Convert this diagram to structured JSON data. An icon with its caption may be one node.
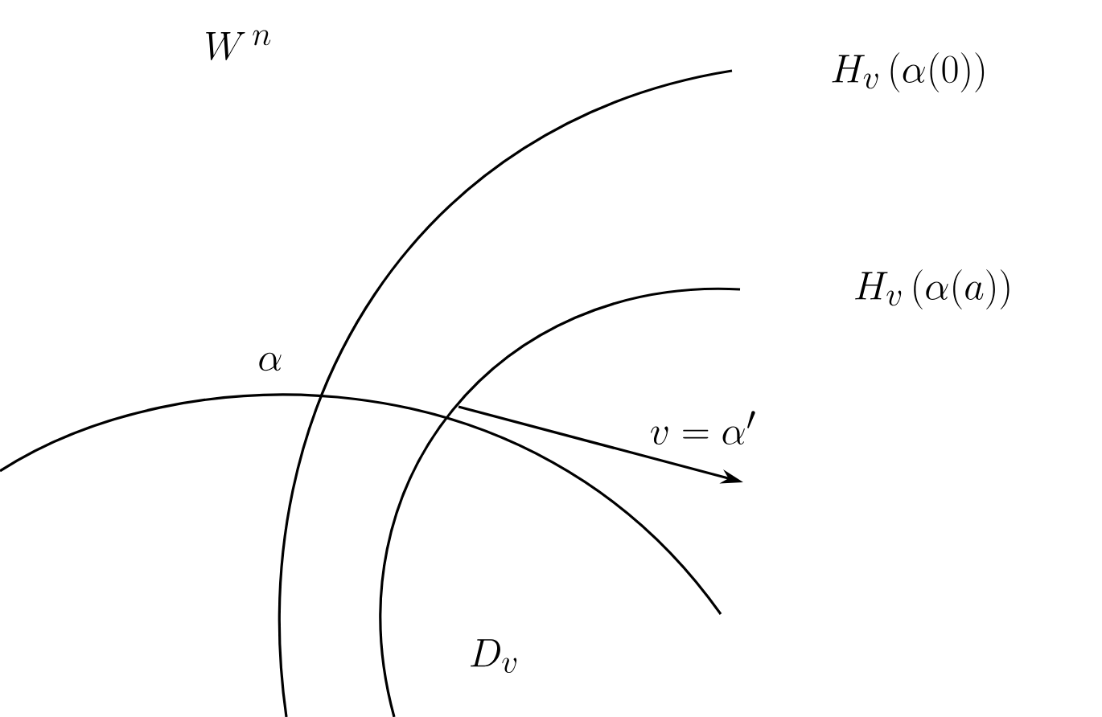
{
  "diagram": {
    "labels": [
      "W^{\\,n}",
      "H_{v}\\,(\\alpha(0))",
      "\\alpha",
      "H_{v}\\,(\\alpha(a))",
      "v=\\alpha'",
      "D_{v}"
    ]
  }
}
